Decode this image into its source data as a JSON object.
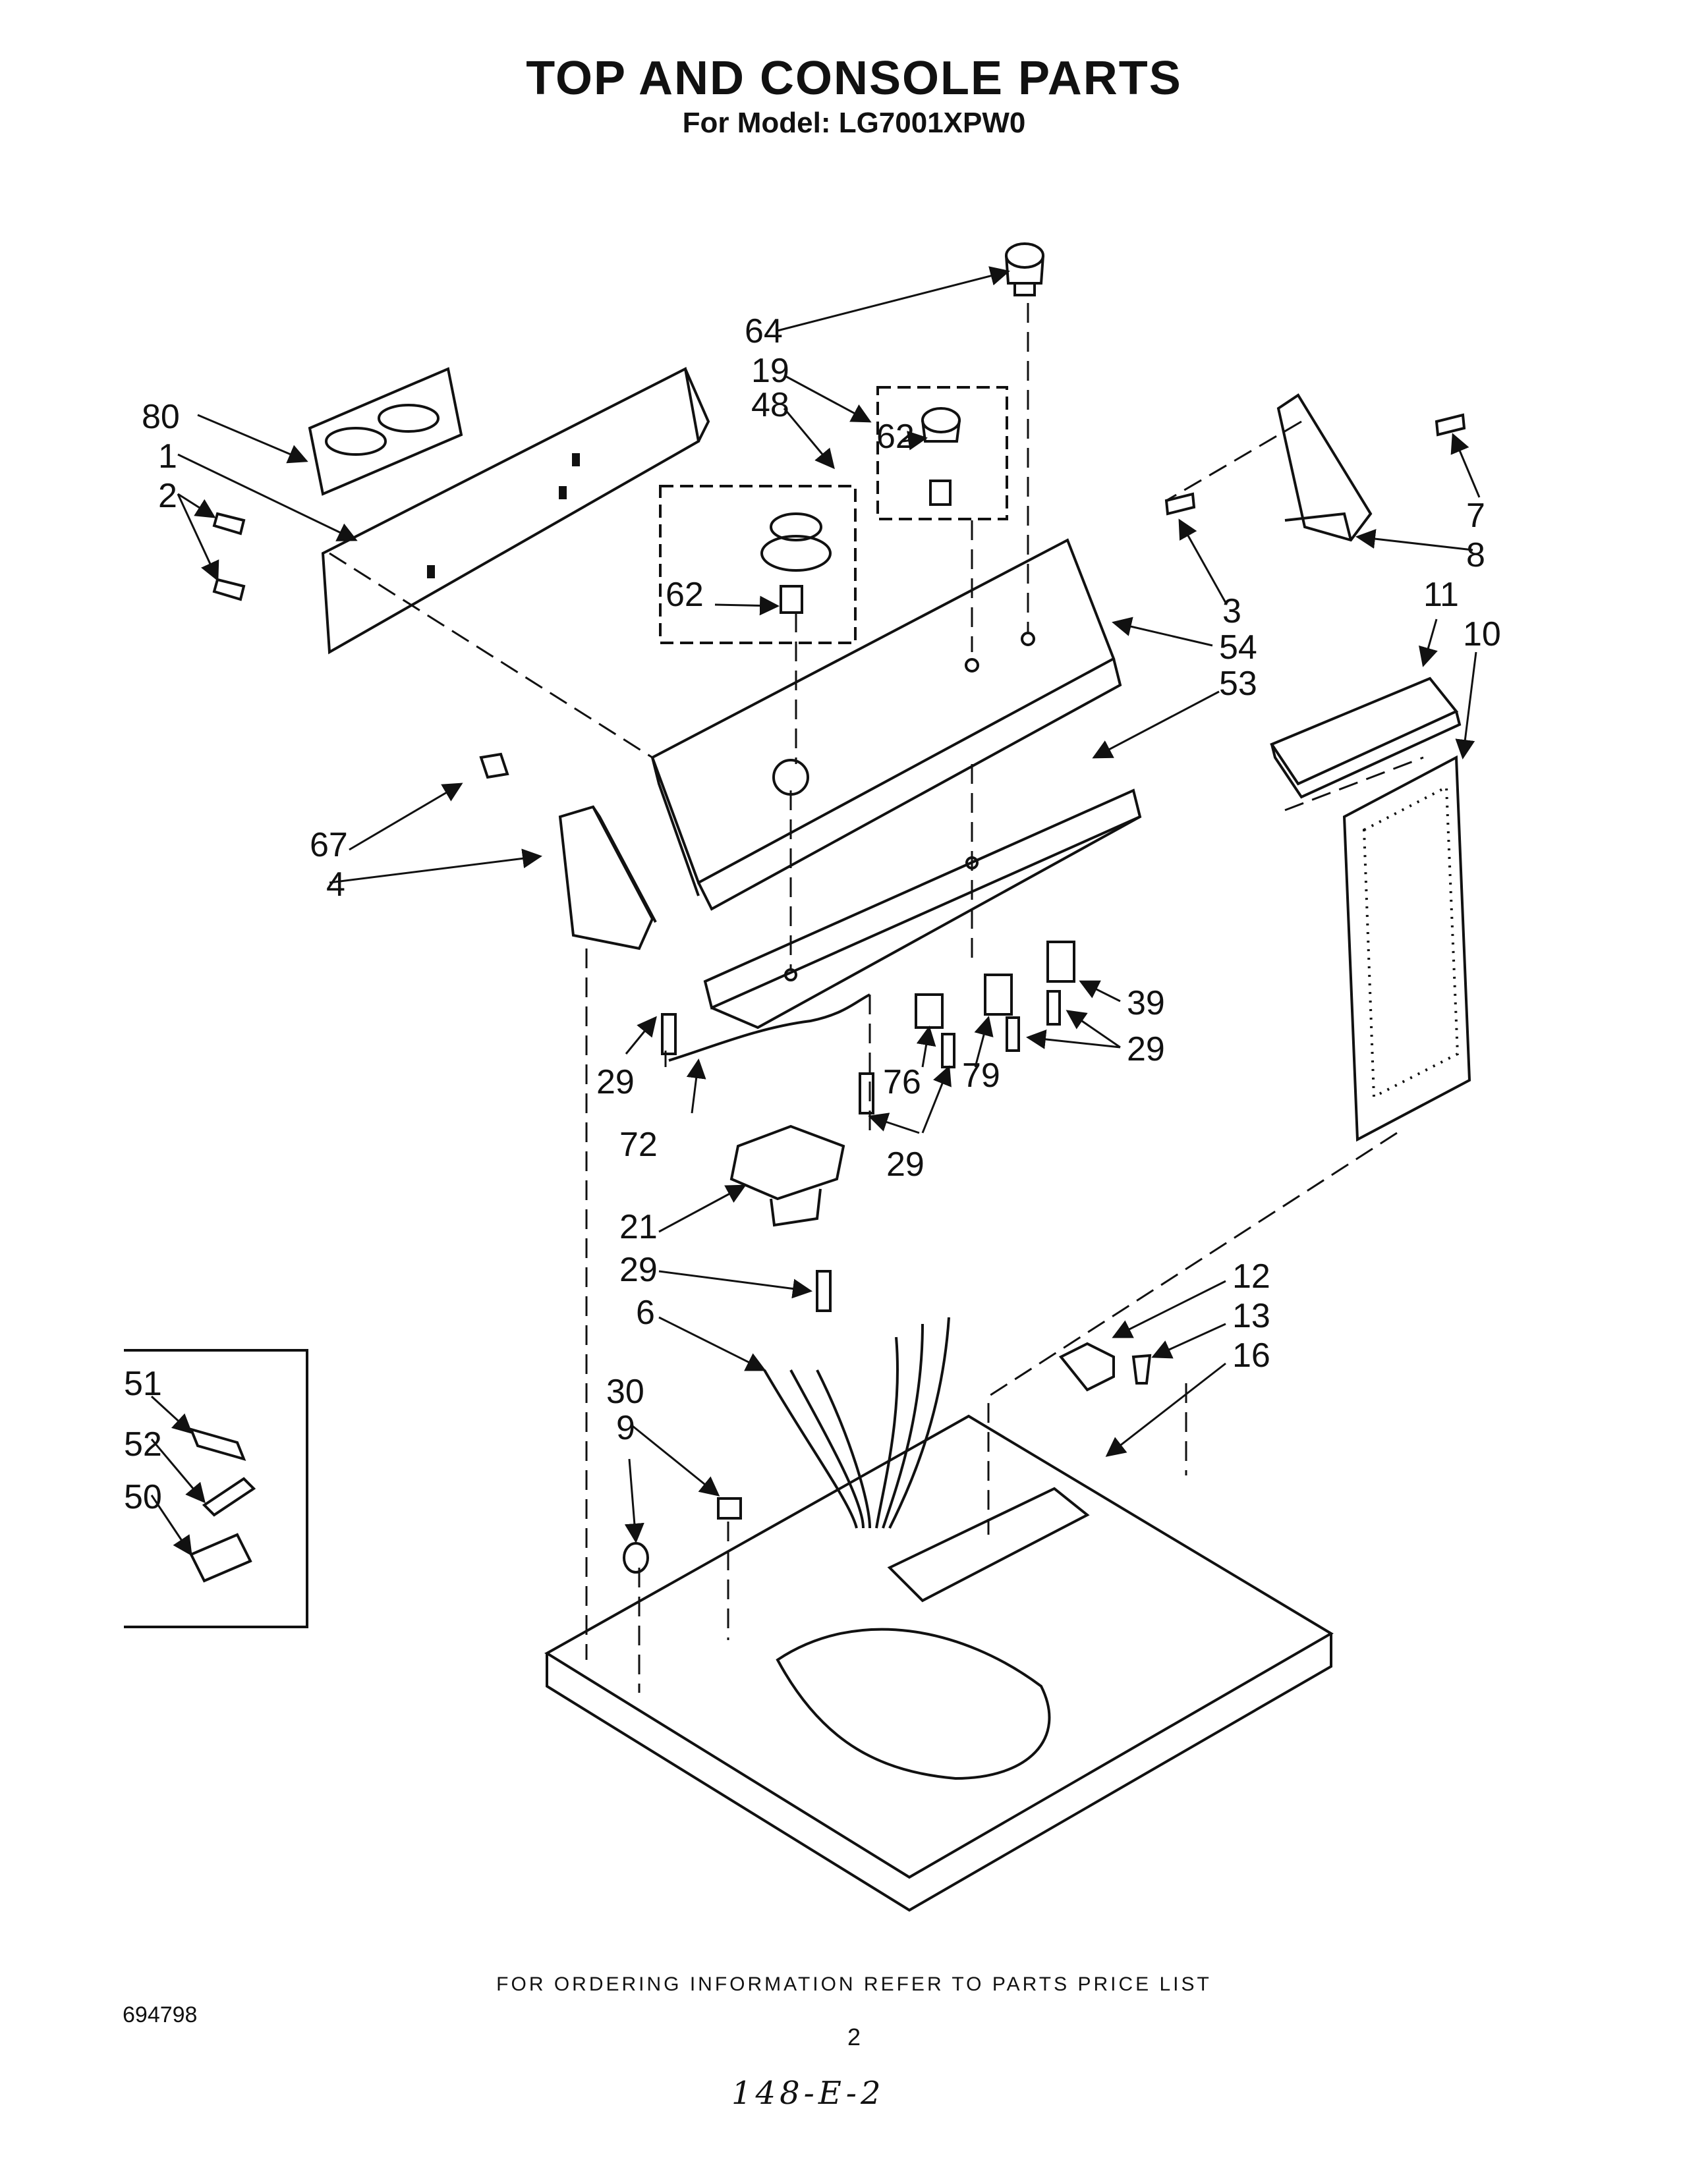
{
  "header": {
    "title": "TOP AND CONSOLE PARTS",
    "subtitle": "For Model: LG7001XPW0"
  },
  "callouts": [
    {
      "id": "c80",
      "text": "80"
    },
    {
      "id": "c1",
      "text": "1"
    },
    {
      "id": "c2",
      "text": "2"
    },
    {
      "id": "c64",
      "text": "64"
    },
    {
      "id": "c19",
      "text": "19"
    },
    {
      "id": "c48",
      "text": "48"
    },
    {
      "id": "c62a",
      "text": "62"
    },
    {
      "id": "c62b",
      "text": "62"
    },
    {
      "id": "c7",
      "text": "7"
    },
    {
      "id": "c8",
      "text": "8"
    },
    {
      "id": "c3",
      "text": "3"
    },
    {
      "id": "c54",
      "text": "54"
    },
    {
      "id": "c53",
      "text": "53"
    },
    {
      "id": "c11",
      "text": "11"
    },
    {
      "id": "c10",
      "text": "10"
    },
    {
      "id": "c67",
      "text": "67"
    },
    {
      "id": "c4",
      "text": "4"
    },
    {
      "id": "c39",
      "text": "39"
    },
    {
      "id": "c29a",
      "text": "29"
    },
    {
      "id": "c29b",
      "text": "29"
    },
    {
      "id": "c76",
      "text": "76"
    },
    {
      "id": "c79",
      "text": "79"
    },
    {
      "id": "c72",
      "text": "72"
    },
    {
      "id": "c29c",
      "text": "29"
    },
    {
      "id": "c21",
      "text": "21"
    },
    {
      "id": "c29d",
      "text": "29"
    },
    {
      "id": "c6",
      "text": "6"
    },
    {
      "id": "c12",
      "text": "12"
    },
    {
      "id": "c13",
      "text": "13"
    },
    {
      "id": "c16",
      "text": "16"
    },
    {
      "id": "c51",
      "text": "51"
    },
    {
      "id": "c52",
      "text": "52"
    },
    {
      "id": "c50",
      "text": "50"
    },
    {
      "id": "c30",
      "text": "30"
    },
    {
      "id": "c9",
      "text": "9"
    }
  ],
  "footer": {
    "ordering_note": "FOR ORDERING INFORMATION REFER TO PARTS PRICE LIST",
    "document_number": "694798",
    "page_number": "2",
    "handwritten_note": "148-E-2"
  }
}
